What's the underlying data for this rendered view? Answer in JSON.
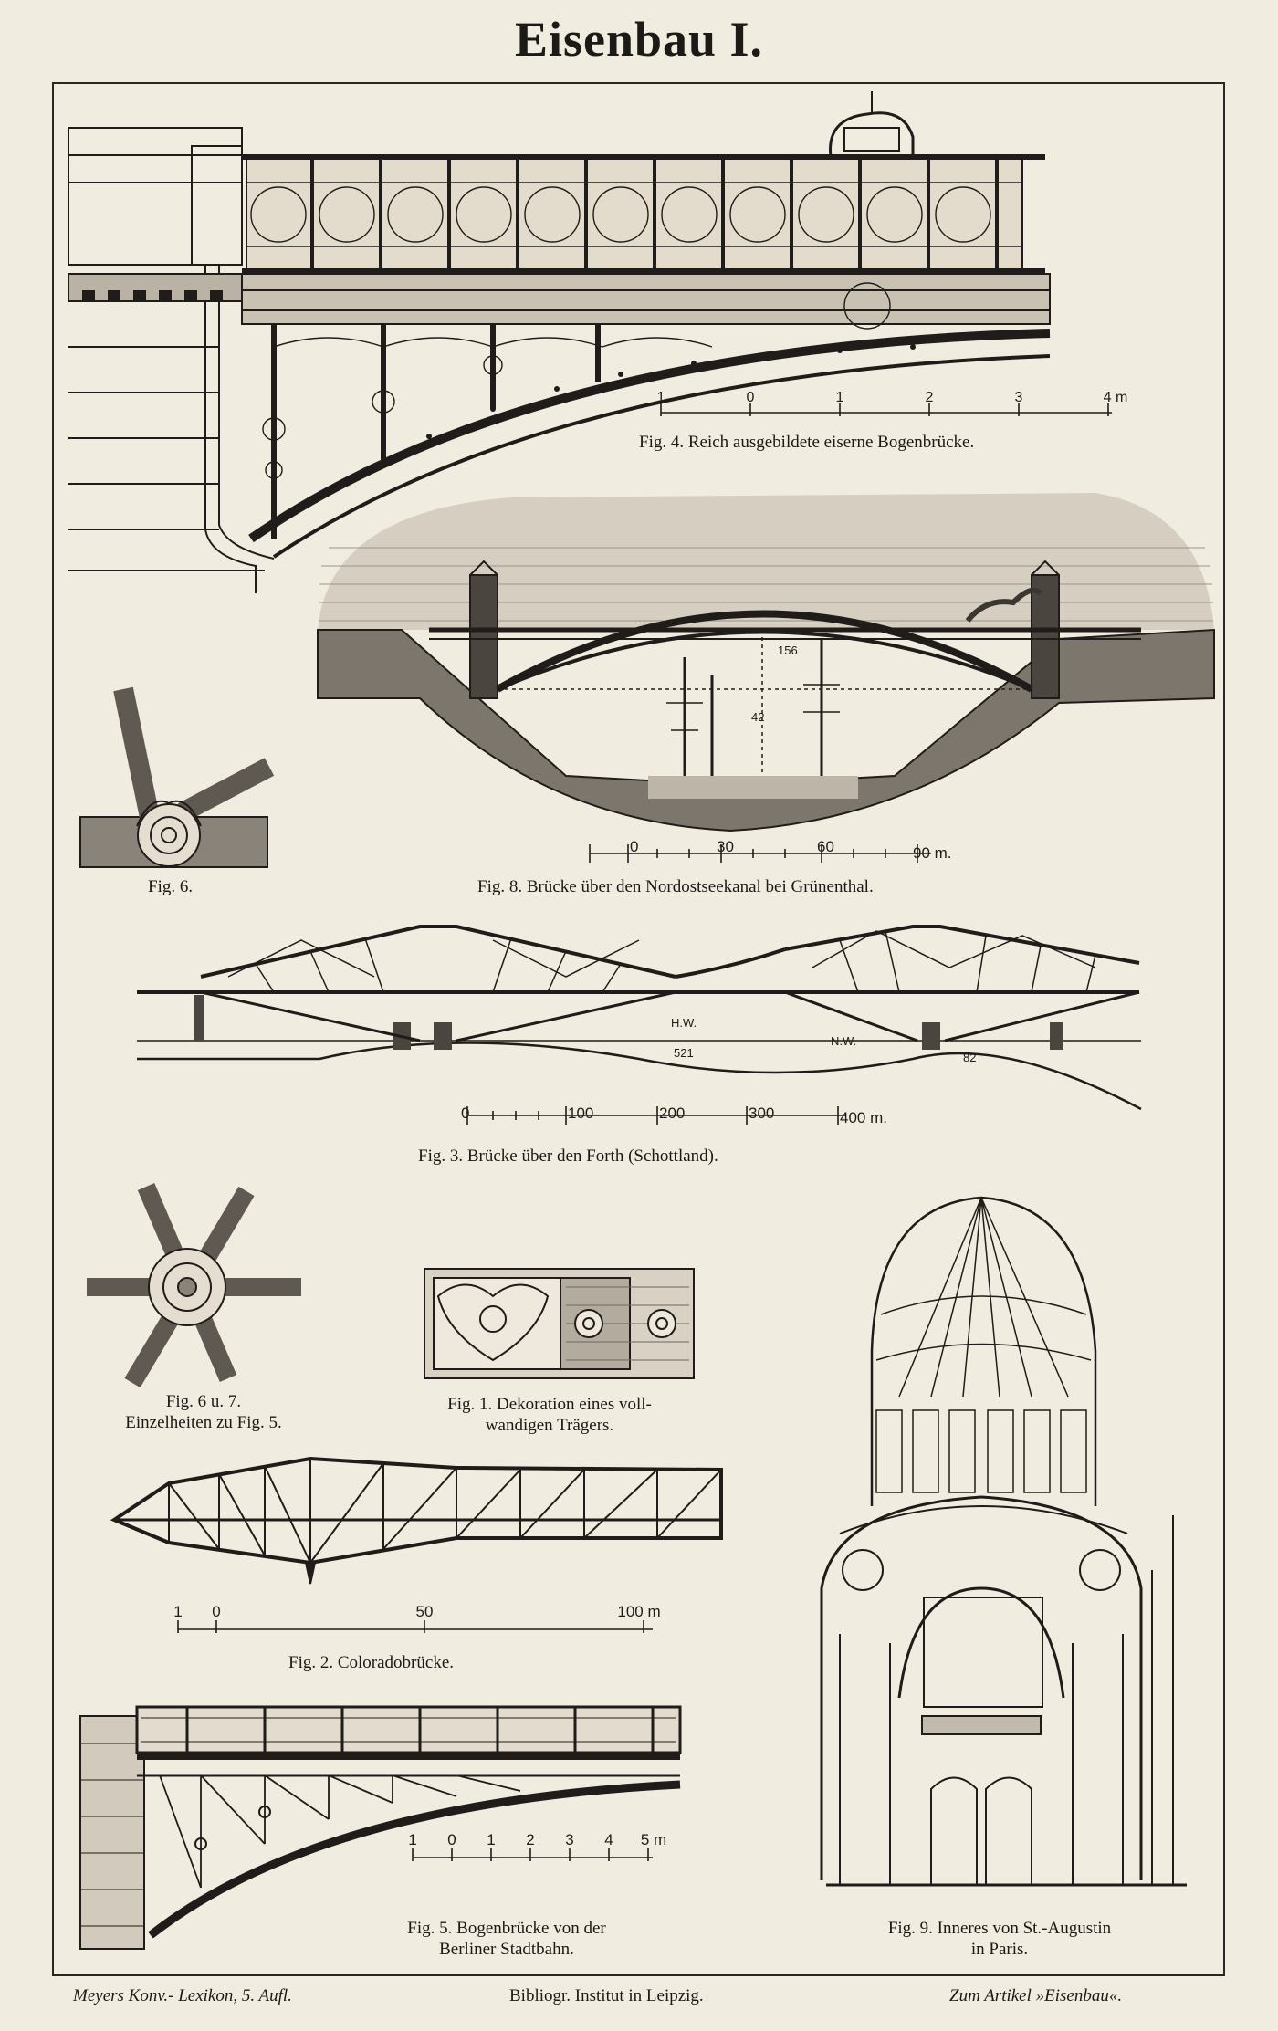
{
  "title": "Eisenbau I.",
  "figures": {
    "fig4": {
      "caption": "Fig. 4.  Reich ausgebildete eiserne Bogenbrücke.",
      "scale": [
        "1",
        "0",
        "1",
        "2",
        "3",
        "4 m"
      ]
    },
    "fig8": {
      "caption": "Fig. 8.  Brücke über den Nordostseekanal bei Grünenthal.",
      "scale": [
        "0",
        "30",
        "60",
        "90 m."
      ],
      "dims": [
        "156",
        "42"
      ]
    },
    "fig6": {
      "caption": "Fig. 6."
    },
    "fig3": {
      "caption": "Fig. 3.  Brücke über den Forth (Schottland).",
      "scale": [
        "0",
        "100",
        "200",
        "300",
        "400 m."
      ],
      "marks": [
        "H.W.",
        "N.W.",
        "521",
        "82"
      ]
    },
    "fig67": {
      "caption_line1": "Fig. 6 u. 7.",
      "caption_line2": "Einzelheiten zu Fig. 5."
    },
    "fig1": {
      "caption_line1": "Fig. 1.  Dekoration eines voll-",
      "caption_line2": "wandigen Trägers."
    },
    "fig2": {
      "caption": "Fig. 2.  Coloradobrücke.",
      "scale": [
        "1",
        "0",
        "50",
        "100 m"
      ]
    },
    "fig5": {
      "caption_line1": "Fig. 5.  Bogenbrücke von der",
      "caption_line2": "Berliner Stadtbahn.",
      "scale": [
        "1",
        "0",
        "1",
        "2",
        "3",
        "4",
        "5 m"
      ]
    },
    "fig9": {
      "caption_line1": "Fig. 9.  Inneres von St.-Augustin",
      "caption_line2": "in Paris."
    }
  },
  "footer": {
    "left": "Meyers Konv.- Lexikon, 5. Aufl.",
    "center": "Bibliogr. Institut in Leipzig.",
    "right": "Zum Artikel »Eisenbau«."
  }
}
